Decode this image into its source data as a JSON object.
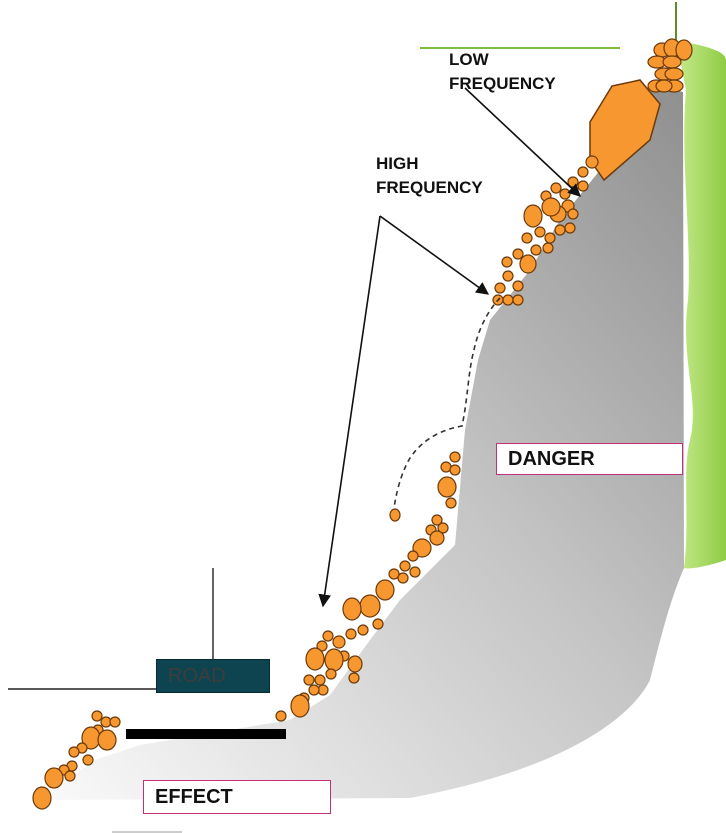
{
  "labels": {
    "low_frequency": "LOW FREQUENCY",
    "high_frequency": "HIGH FREQUENCY",
    "danger": "DANGER",
    "road": "ROAD",
    "effect": "EFFECT"
  },
  "colors": {
    "rock_fill": "#f7972f",
    "rock_stroke": "#6b3a0a",
    "slope_dark": "#9a9a9a",
    "slope_light": "#f4f4f4",
    "vegetation": "#a6d85e",
    "road_fill": "#0e4450",
    "box_border": "#c2307a"
  },
  "icons": [
    "rock-boulder",
    "arrow",
    "dashed-trajectory"
  ]
}
